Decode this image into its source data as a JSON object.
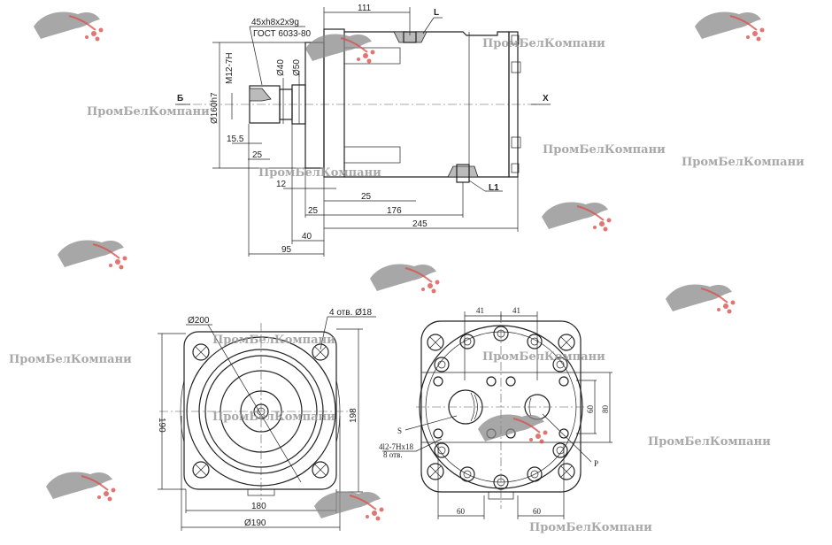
{
  "drawing": {
    "side_view": {
      "spline_spec": "45xh8x2x9g",
      "standard": "ГОСТ 6033-80",
      "thread": "M12-7H",
      "pilot_diameter": "Ø160h7",
      "shaft_d1": "Ø40",
      "shaft_d2": "Ø50",
      "section_mark": "Б",
      "view_mark": "X",
      "port_l": "L",
      "port_l1": "L1",
      "dims": {
        "d111": "111",
        "d15_5": "15.5",
        "d25a": "25",
        "d12": "12",
        "d25b": "25",
        "d25c": "25",
        "d176": "176",
        "d245": "245",
        "d40": "40",
        "d95": "95"
      }
    },
    "front_view": {
      "d200": "Ø200",
      "holes": "4 отв. Ø18",
      "d190v": "190",
      "d198": "198",
      "d180": "180",
      "d190": "Ø190"
    },
    "rear_view": {
      "d41a": "41",
      "d41b": "41",
      "d60a": "60",
      "d60b": "60",
      "d60v": "60",
      "d80": "80",
      "port_s": "S",
      "thread_holes": "4l2-7Hx18",
      "thread_count": "8 отв.",
      "port_p": "P"
    }
  },
  "watermark": {
    "text": "ПромБелКомпани"
  },
  "colors": {
    "line": "#222222",
    "watermark": "#9a9a9a",
    "logo_red": "#d9534f"
  }
}
